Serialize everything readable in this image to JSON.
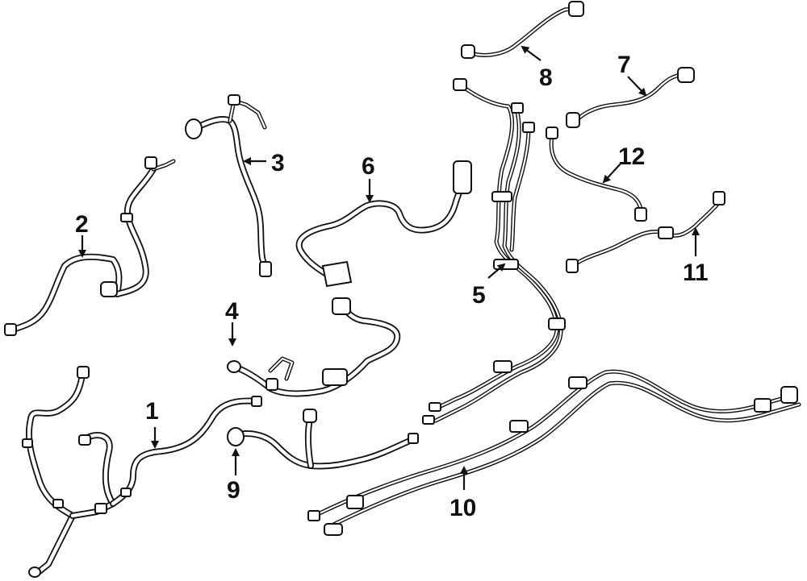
{
  "diagram": {
    "callouts": [
      {
        "id": "1",
        "text": "1"
      },
      {
        "id": "2",
        "text": "2"
      },
      {
        "id": "3",
        "text": "3"
      },
      {
        "id": "4",
        "text": "4"
      },
      {
        "id": "5",
        "text": "5"
      },
      {
        "id": "6",
        "text": "6"
      },
      {
        "id": "7",
        "text": "7"
      },
      {
        "id": "8",
        "text": "8"
      },
      {
        "id": "9",
        "text": "9"
      },
      {
        "id": "10",
        "text": "10"
      },
      {
        "id": "11",
        "text": "11"
      },
      {
        "id": "12",
        "text": "12"
      }
    ],
    "colors": {
      "line": "#111111",
      "background": "#ffffff"
    }
  }
}
